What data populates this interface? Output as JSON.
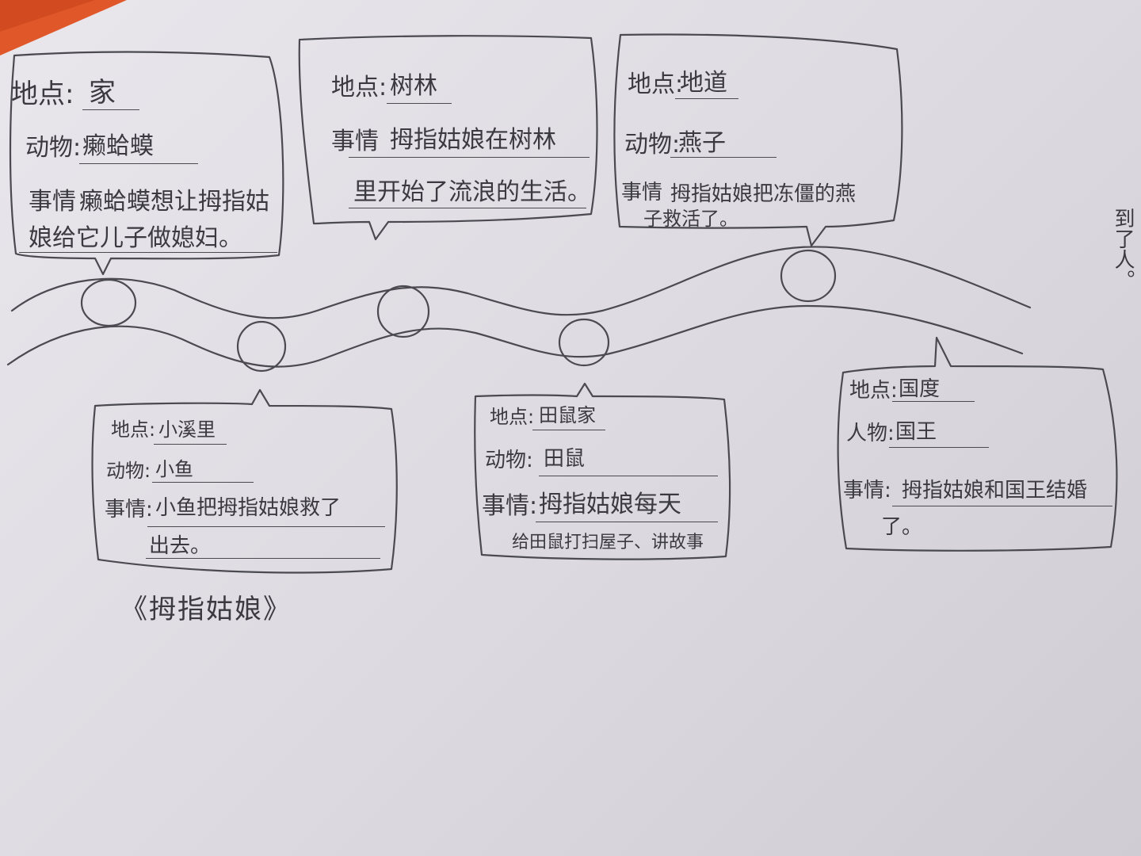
{
  "stops": [
    {
      "id": 1,
      "place_label": "地点:",
      "place": "家",
      "subject_label": "动物:",
      "subject": "癞蛤蟆",
      "event_label": "事情",
      "event_lines": [
        "癞蛤蟆想让拇指姑",
        "娘给它儿子做媳妇。"
      ]
    },
    {
      "id": 2,
      "place_label": "地点:",
      "place": "小溪里",
      "subject_label": "动物:",
      "subject": "小鱼",
      "event_label": "事情:",
      "event_lines": [
        "小鱼把拇指姑娘救了",
        "出去。"
      ]
    },
    {
      "id": 3,
      "place_label": "地点:",
      "place": "树林",
      "event_label": "事情",
      "event_lines": [
        "拇指姑娘在树林",
        "里开始了流浪的生活。"
      ]
    },
    {
      "id": 4,
      "place_label": "地点:",
      "place": "田鼠家",
      "subject_label": "动物:",
      "subject": "田鼠",
      "event_label": "事情:",
      "event_lines": [
        "拇指姑娘每天",
        "给田鼠打扫屋子、讲故事"
      ]
    },
    {
      "id": 5,
      "place_label": "地点:",
      "place": "地道",
      "subject_label": "动物:",
      "subject": "燕子",
      "event_label": "事情",
      "event_lines": [
        "拇指姑娘把冻僵的燕",
        "子救活了。"
      ]
    },
    {
      "id": 6,
      "place_label": "地点:",
      "place": "国度",
      "subject_label": "人物:",
      "subject": "国王",
      "event_label": "事情:",
      "event_lines": [
        "拇指姑娘和国王结婚",
        "了。"
      ]
    }
  ],
  "title": "《拇指姑娘》",
  "edge_text": "到了人。",
  "colors": {
    "paper": "#e2e0e5",
    "pencil": "#3a3a40",
    "background_orange": "#e0582a"
  }
}
